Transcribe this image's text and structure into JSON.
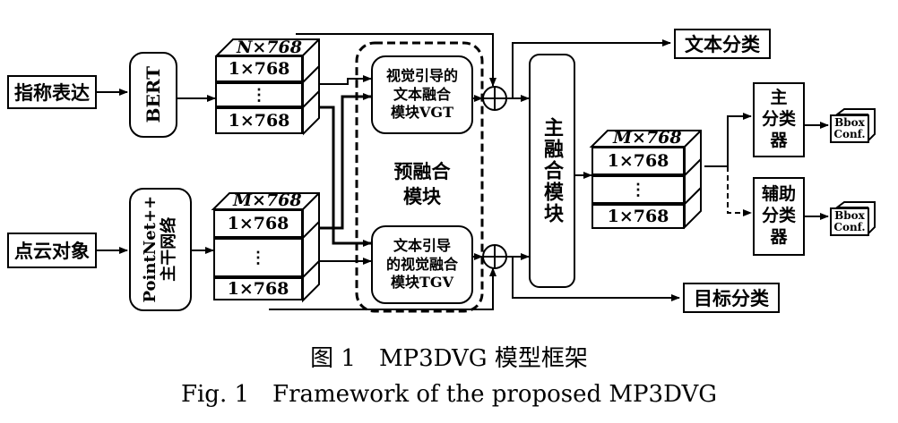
{
  "inputs": {
    "referring_expression": "指称表达",
    "point_cloud": "点云对象"
  },
  "encoders": {
    "bert": "BERT",
    "pointnet_line1": "PointNet++",
    "pointnet_line2": "主干网络"
  },
  "text_features": {
    "header": "N×768",
    "row1": "1×768",
    "ellipsis": "⋮",
    "row3": "1×768"
  },
  "visual_features": {
    "header": "M×768",
    "row1": "1×768",
    "ellipsis": "⋮",
    "row3": "1×768"
  },
  "prefusion": {
    "vgt_line1": "视觉引导的",
    "vgt_line2": "文本融合",
    "vgt_line3": "模块VGT",
    "label_line1": "预融合",
    "label_line2": "模块",
    "tgv_line1": "文本引导",
    "tgv_line2": "的视觉融合",
    "tgv_line3": "模块TGV"
  },
  "main_fusion": "主融合模块",
  "fused_features": {
    "header": "M×768",
    "row1": "1×768",
    "ellipsis": "⋮",
    "row3": "1×768"
  },
  "outputs": {
    "text_classification": "文本分类",
    "target_classification": "目标分类",
    "main_classifier_line1": "主",
    "main_classifier_line2": "分类",
    "main_classifier_line3": "器",
    "aux_classifier_line1": "辅助",
    "aux_classifier_line2": "分类",
    "aux_classifier_line3": "器",
    "bbox1_line1": "Bbox",
    "bbox1_line2": "Conf.",
    "bbox2_line1": "Bbox",
    "bbox2_line2": "Conf."
  },
  "caption": {
    "zh": "图 1　MP3DVG 模型框架",
    "en": "Fig. 1　Framework of the proposed MP3DVG"
  }
}
